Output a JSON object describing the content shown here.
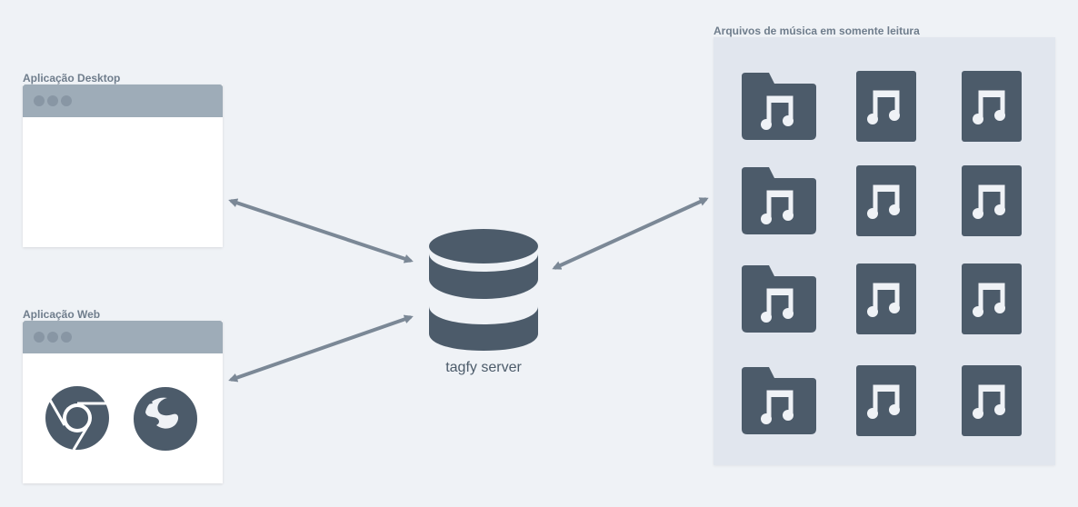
{
  "desktop_app": {
    "label": "Aplicação Desktop"
  },
  "web_app": {
    "label": "Aplicação Web",
    "browsers": [
      "chrome-icon",
      "firefox-icon"
    ]
  },
  "server": {
    "label": "tagfy server",
    "icon": "database-icon"
  },
  "music_files": {
    "label": "Arquivos de música em somente leitura",
    "grid": [
      [
        "music-folder-icon",
        "music-file-icon",
        "music-file-icon"
      ],
      [
        "music-folder-icon",
        "music-file-icon",
        "music-file-icon"
      ],
      [
        "music-folder-icon",
        "music-file-icon",
        "music-file-icon"
      ],
      [
        "music-folder-icon",
        "music-file-icon",
        "music-file-icon"
      ]
    ]
  },
  "colors": {
    "background": "#eff2f6",
    "icon_dark": "#4c5b6a",
    "arrow": "#7b8896",
    "titlebar": "#9eacb8",
    "panel": "#e1e6ee"
  }
}
